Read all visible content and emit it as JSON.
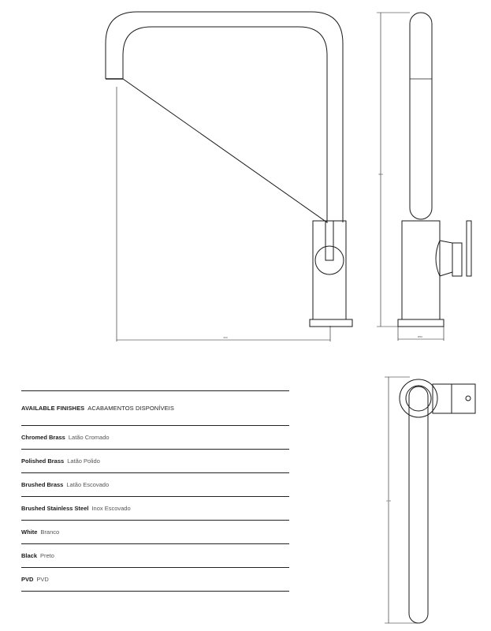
{
  "finishes": {
    "heading_en": "AVAILABLE FINISHES",
    "heading_pt": "ACABAMENTOS DISPONÍVEIS",
    "items": [
      {
        "en": "Chromed Brass",
        "pt": "Latão Cromado"
      },
      {
        "en": "Polished Brass",
        "pt": "Latão Polido"
      },
      {
        "en": "Brushed Brass",
        "pt": "Latão Escovado"
      },
      {
        "en": "Brushed Stainless Steel",
        "pt": "Inox Escovado"
      },
      {
        "en": "White",
        "pt": "Branco"
      },
      {
        "en": "Black",
        "pt": "Preto"
      },
      {
        "en": "PVD",
        "pt": "PVD"
      }
    ]
  },
  "dimensions": {
    "front_width": "300",
    "side_height": "380",
    "side_base": "Ø50",
    "top_length": "230"
  }
}
